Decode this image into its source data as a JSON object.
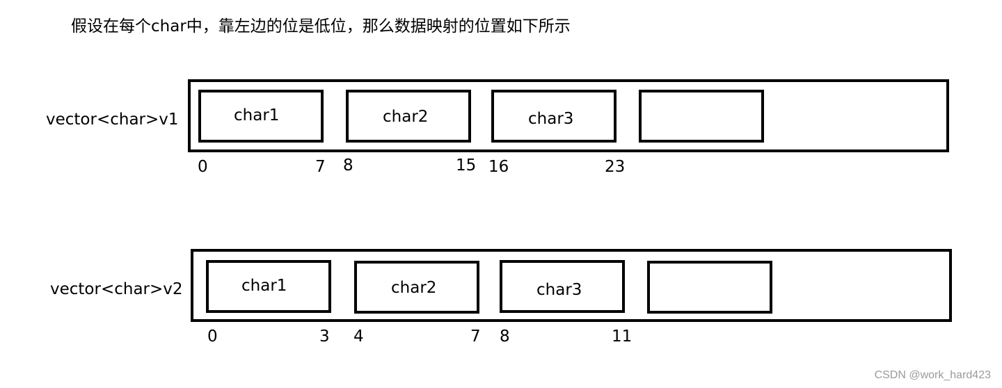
{
  "caption": "假设在每个char中，靠左边的位是低位，那么数据映射的位置如下所示",
  "vectors": [
    {
      "label": "vector<char>v1",
      "cells": [
        "char1",
        "char2",
        "char3",
        ""
      ],
      "indices": [
        "0",
        "7",
        "8",
        "15",
        "16",
        "23"
      ]
    },
    {
      "label": "vector<char>v2",
      "cells": [
        "char1",
        "char2",
        "char3",
        ""
      ],
      "indices": [
        "0",
        "3",
        "4",
        "7",
        "8",
        "11"
      ]
    }
  ],
  "watermark": "CSDN @work_hard423"
}
